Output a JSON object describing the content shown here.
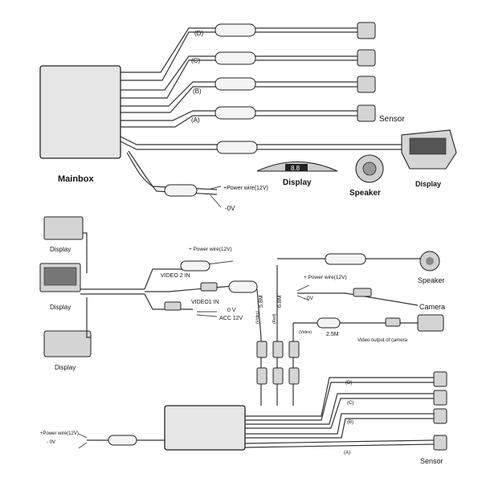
{
  "top_section": {
    "mainbox_label": "Mainbox",
    "channels": [
      "(D)",
      "(C)",
      "(B)",
      "(A)"
    ],
    "sensor_label": "Sensor",
    "display_bar_text": "Display",
    "display_readout": "8.8",
    "speaker_label": "Speaker",
    "display_unit_label": "Display",
    "power_wire_label": "+Power wire(12V)",
    "ground_label": "-0V"
  },
  "bottom_section": {
    "display_labels": [
      "Display",
      "Display",
      "Display"
    ],
    "power_wire_label": "+ Power wire(12V)",
    "video2_label": "VIDEO 2 IN",
    "video1_label": "VIDEO1 IN",
    "ground_label": "0 V",
    "acc_label": "ACC 12V",
    "cable_lengths": [
      "5.8M",
      "6.8M",
      "2.5M"
    ],
    "cable_tags": [
      "(Video)",
      "(Red)",
      "(Video)"
    ],
    "speaker_label": "Speaker",
    "camera_power_label": "+ Power wire(12V)",
    "camera_ground_label": "- 0V",
    "camera_label": "Camera",
    "video_output_label": "Video output of camera",
    "channels": [
      "(D)",
      "(C)",
      "(B)",
      "(A)"
    ],
    "sensor_label": "Sensor",
    "left_power_label": "+Power wire(12V)",
    "left_ground_label": "- 0V"
  }
}
